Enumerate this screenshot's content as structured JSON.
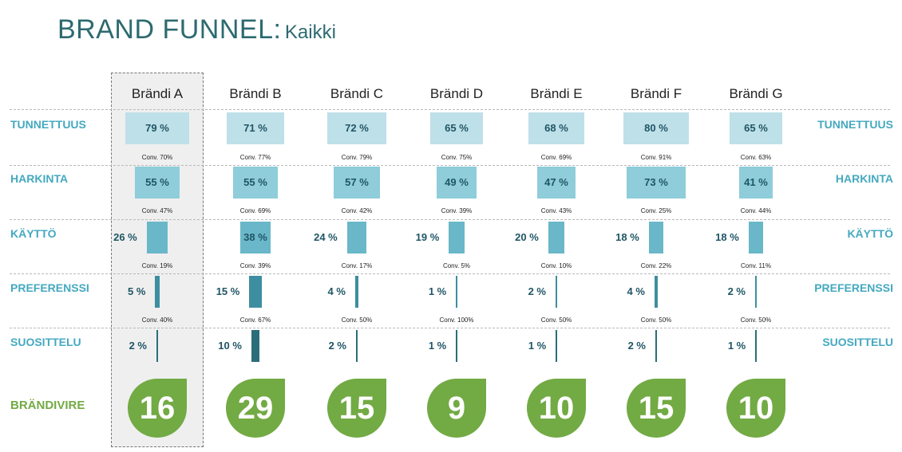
{
  "title": "BRAND FUNNEL:",
  "subtitle": "Kaikki",
  "colors": {
    "stage_fills": [
      "#bee0e8",
      "#8ecdd9",
      "#6ab7c9",
      "#3d8ea0",
      "#2a6e7a"
    ],
    "label_blue": "#45a9c0",
    "value_text": "#1f5565",
    "green": "#72aa44"
  },
  "chart_data": {
    "type": "bar",
    "categories": [
      "Brändi A",
      "Brändi B",
      "Brändi C",
      "Brändi D",
      "Brändi E",
      "Brändi F",
      "Brändi G"
    ],
    "highlighted_category": "Brändi A",
    "stages": [
      {
        "name": "TUNNETTUUS",
        "values": [
          79,
          71,
          72,
          65,
          68,
          80,
          65
        ],
        "labels": [
          "79 %",
          "71 %",
          "72 %",
          "65 %",
          "68 %",
          "80 %",
          "65 %"
        ]
      },
      {
        "name": "HARKINTA",
        "values": [
          55,
          55,
          57,
          49,
          47,
          73,
          41
        ],
        "labels": [
          "55 %",
          "55 %",
          "57 %",
          "49 %",
          "47 %",
          "73 %",
          "41 %"
        ]
      },
      {
        "name": "KÄYTTÖ",
        "values": [
          26,
          38,
          24,
          19,
          20,
          18,
          18
        ],
        "labels": [
          "26 %",
          "38 %",
          "24 %",
          "19 %",
          "20 %",
          "18 %",
          "18 %"
        ]
      },
      {
        "name": "PREFERENSSI",
        "values": [
          5,
          15,
          4,
          1,
          2,
          4,
          2
        ],
        "labels": [
          "5 %",
          "15 %",
          "4 %",
          "1 %",
          "2 %",
          "4 %",
          "2 %"
        ]
      },
      {
        "name": "SUOSITTELU",
        "values": [
          2,
          10,
          2,
          1,
          1,
          2,
          1
        ],
        "labels": [
          "2 %",
          "10 %",
          "2 %",
          "1 %",
          "1 %",
          "2 %",
          "1 %"
        ]
      }
    ],
    "conversions": [
      [
        "Conv. 70%",
        "Conv. 77%",
        "Conv. 79%",
        "Conv. 75%",
        "Conv. 69%",
        "Conv. 91%",
        "Conv. 63%"
      ],
      [
        "Conv. 47%",
        "Conv. 69%",
        "Conv. 42%",
        "Conv. 39%",
        "Conv. 43%",
        "Conv. 25%",
        "Conv. 44%"
      ],
      [
        "Conv. 19%",
        "Conv. 39%",
        "Conv. 17%",
        "Conv. 5%",
        "Conv. 10%",
        "Conv. 22%",
        "Conv. 11%"
      ],
      [
        "Conv. 40%",
        "Conv. 67%",
        "Conv. 50%",
        "Conv. 100%",
        "Conv. 50%",
        "Conv. 50%",
        "Conv. 50%"
      ]
    ],
    "brandivire": {
      "label": "BRÄNDIVIRE",
      "values": [
        16,
        29,
        15,
        9,
        10,
        15,
        10
      ]
    }
  }
}
